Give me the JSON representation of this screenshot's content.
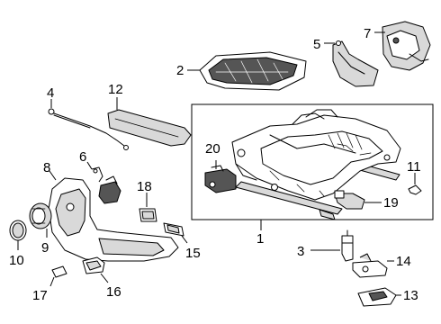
{
  "diagram": {
    "callouts": [
      {
        "id": "c1",
        "label": "1"
      },
      {
        "id": "c2",
        "label": "2"
      },
      {
        "id": "c3",
        "label": "3"
      },
      {
        "id": "c4",
        "label": "4"
      },
      {
        "id": "c5",
        "label": "5"
      },
      {
        "id": "c6",
        "label": "6"
      },
      {
        "id": "c7",
        "label": "7"
      },
      {
        "id": "c8",
        "label": "8"
      },
      {
        "id": "c9",
        "label": "9"
      },
      {
        "id": "c10",
        "label": "10"
      },
      {
        "id": "c11",
        "label": "11"
      },
      {
        "id": "c12",
        "label": "12"
      },
      {
        "id": "c13",
        "label": "13"
      },
      {
        "id": "c14",
        "label": "14"
      },
      {
        "id": "c15",
        "label": "15"
      },
      {
        "id": "c16",
        "label": "16"
      },
      {
        "id": "c17",
        "label": "17"
      },
      {
        "id": "c18",
        "label": "18"
      },
      {
        "id": "c19",
        "label": "19"
      },
      {
        "id": "c20",
        "label": "20"
      }
    ]
  }
}
